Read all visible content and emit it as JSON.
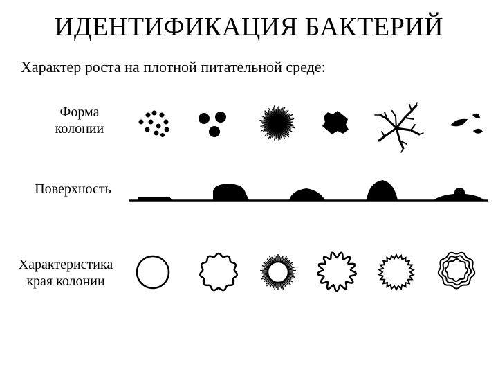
{
  "title": "ИДЕНТИФИКАЦИЯ БАКТЕРИЙ",
  "subtitle": "Характер роста на плотной питательной среде:",
  "rows": {
    "form": {
      "line1": "Форма",
      "line2": "колонии"
    },
    "surface": {
      "line1": "Поверхность"
    },
    "edge": {
      "line1": "Характеристика",
      "line2": "края колонии"
    }
  },
  "colors": {
    "ink": "#000000",
    "background": "#ffffff"
  }
}
